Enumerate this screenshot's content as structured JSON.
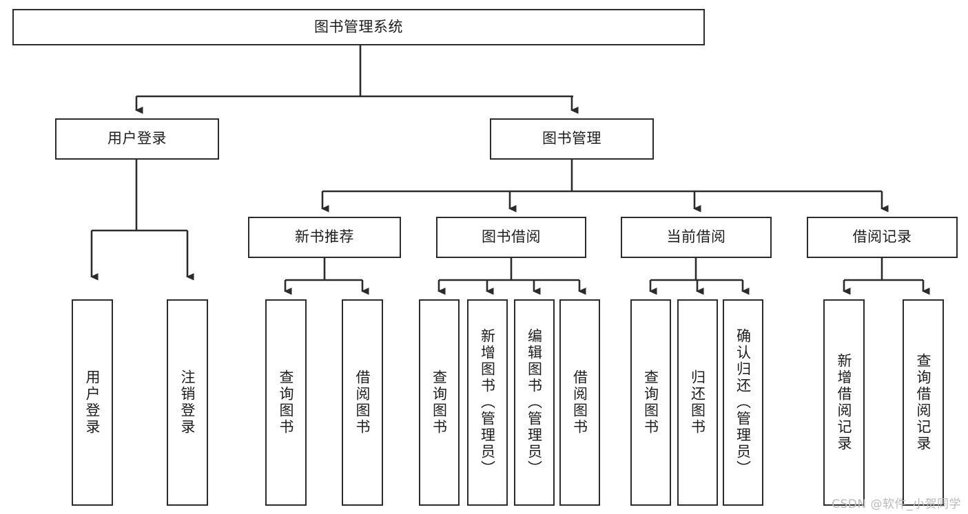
{
  "diagram": {
    "title": "图书管理系统",
    "type": "function-structure-tree",
    "colors": {
      "box_border": "#2b2b2b",
      "box_fill": "#ffffff",
      "connector": "#2b2b2b",
      "background": "#ffffff",
      "watermark": "#b9b9b9"
    },
    "root": {
      "label": "图书管理系统"
    },
    "level2": [
      {
        "label": "用户登录"
      },
      {
        "label": "图书管理"
      }
    ],
    "level3": [
      {
        "label": "新书推荐"
      },
      {
        "label": "图书借阅"
      },
      {
        "label": "当前借阅"
      },
      {
        "label": "借阅记录"
      }
    ],
    "leaves": {
      "user_login": [
        {
          "label": "用户登录"
        },
        {
          "label": "注销登录"
        }
      ],
      "new_book_recommend": [
        {
          "label": "查询图书"
        },
        {
          "label": "借阅图书"
        }
      ],
      "book_borrow": [
        {
          "label": "查询图书"
        },
        {
          "label": "新增图书（管理员）"
        },
        {
          "label": "编辑图书（管理员）"
        },
        {
          "label": "借阅图书"
        }
      ],
      "current_borrow": [
        {
          "label": "查询图书"
        },
        {
          "label": "归还图书"
        },
        {
          "label": "确认归还（管理员）"
        }
      ],
      "borrow_record": [
        {
          "label": "新增借阅记录"
        },
        {
          "label": "查询借阅记录"
        }
      ]
    }
  },
  "watermark": {
    "text": "CSDN @软件_小贺同学"
  }
}
